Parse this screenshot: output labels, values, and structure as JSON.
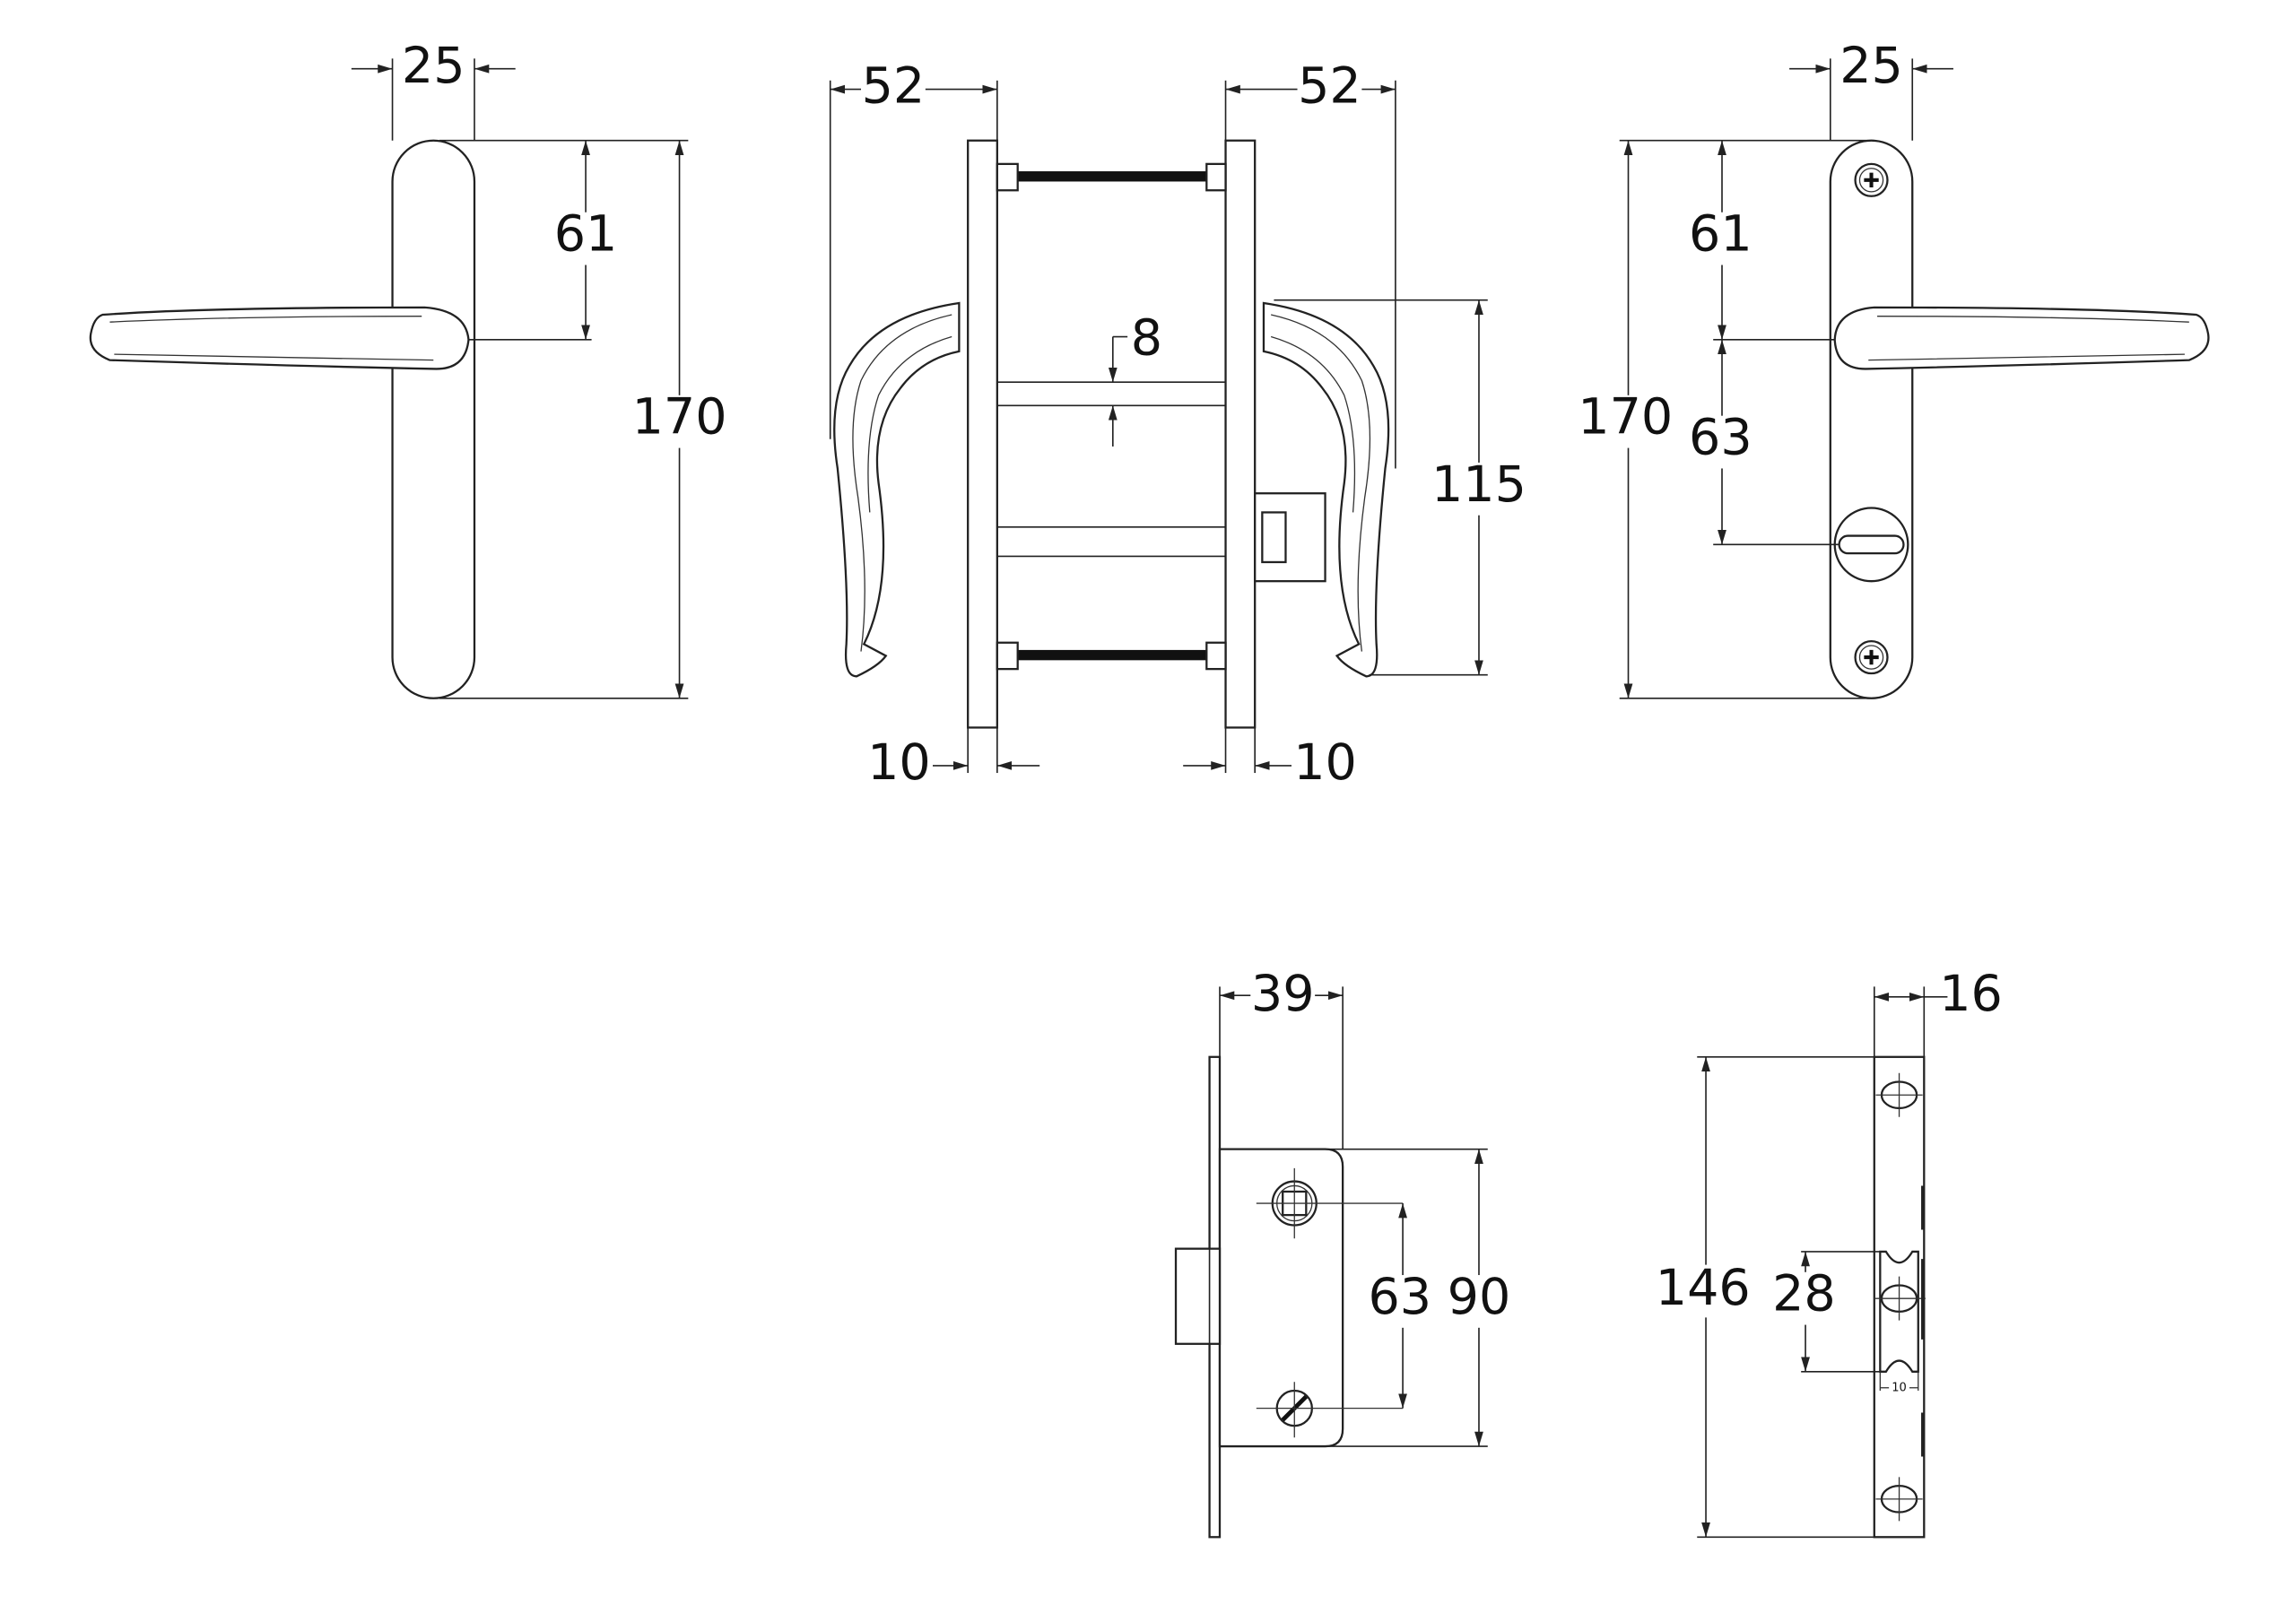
{
  "drawing": {
    "handle_front": {
      "plate_width": "25",
      "lever_height": "61",
      "plate_height": "170"
    },
    "handle_side": {
      "left_projection": "52",
      "right_projection": "52",
      "spindle": "8",
      "handle_height": "115",
      "left_plate_thickness": "10",
      "right_plate_thickness": "10"
    },
    "handle_back": {
      "plate_width": "25",
      "lever_height": "61",
      "centres": "63",
      "plate_height": "170"
    },
    "lock_front": {
      "backset": "39",
      "centres": "63",
      "case_height": "90"
    },
    "lock_side": {
      "forend_width": "16",
      "forend_height": "146",
      "latch_height": "28",
      "latch_width": "10"
    }
  }
}
